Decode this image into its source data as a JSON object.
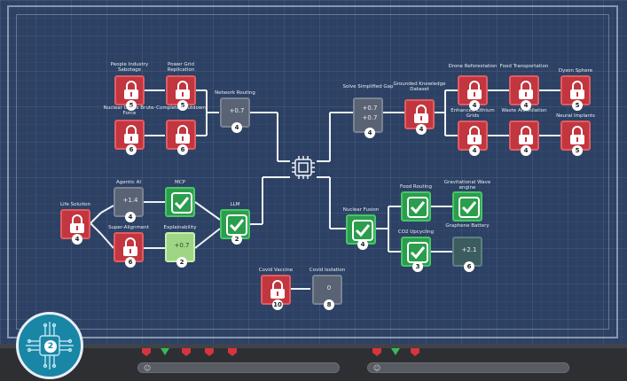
{
  "nodes": {
    "people_industry_sabotage": {
      "label": "People Industry Sabotage",
      "count": "5"
    },
    "power_grid_replication": {
      "label": "Power Grid Replication",
      "count": "5"
    },
    "network_routing": {
      "label": "Network Routing",
      "cost": "+0.7",
      "count": "4"
    },
    "nuclear_codes_brute_force": {
      "label": "Nuclear Codes Brute-Force",
      "count": "6"
    },
    "complete_shutdown": {
      "label": "Complete Shutdown",
      "count": "6"
    },
    "solve_simplified_gap": {
      "label": "Solve Simplified Gap",
      "cost": "+0.7",
      "count": "4"
    },
    "grounded_knowledge_dataset": {
      "label": "Grounded Knowledge Dataset",
      "count": "4"
    },
    "drone_reforestation": {
      "label": "Drone Reforestation",
      "count": "4"
    },
    "food_transportation": {
      "label": "Food Transportation",
      "count": "4"
    },
    "dyson_sphere": {
      "label": "Dyson Sphere",
      "count": "5"
    },
    "enhanced_lithium_grids": {
      "label": "Enhanced Lithium Grids",
      "count": "4"
    },
    "waste_annihilation": {
      "label": "Waste Annihilation",
      "count": "4"
    },
    "neural_implants": {
      "label": "Neural Implants",
      "count": "5"
    },
    "life_solution": {
      "label": "Life Solution",
      "count": "4"
    },
    "agentic_ai": {
      "label": "Agentic AI",
      "cost": "+1.4",
      "count": "4"
    },
    "mcp": {
      "label": "MCP"
    },
    "llm": {
      "label": "LLM",
      "count": "2"
    },
    "super_alignment": {
      "label": "Super-Alignment",
      "count": "6"
    },
    "explainability": {
      "label": "Explainability",
      "cost": "+0.7",
      "count": "2"
    },
    "nuclear_fusion": {
      "label": "Nuclear Fusion",
      "count": "4"
    },
    "food_routing": {
      "label": "Food Routing"
    },
    "gravitational_wave_engine": {
      "label": "Gravitational Wave engine"
    },
    "co2_upcycling": {
      "label": "CO2 Upcycling",
      "count": "3"
    },
    "graphene_battery": {
      "label": "Graphene Battery",
      "cost": "+2.1",
      "count": "6"
    },
    "covid_vaccine": {
      "label": "Covid Vaccine",
      "count": "10"
    },
    "covid_isolation": {
      "label": "Covid Isolation",
      "cost": "0",
      "count": "8"
    }
  },
  "player": {
    "level": "2"
  },
  "colors": {
    "locked": "#c2363f",
    "done": "#2a9e4c",
    "available": "#9ed685",
    "board": "#2c4163"
  }
}
